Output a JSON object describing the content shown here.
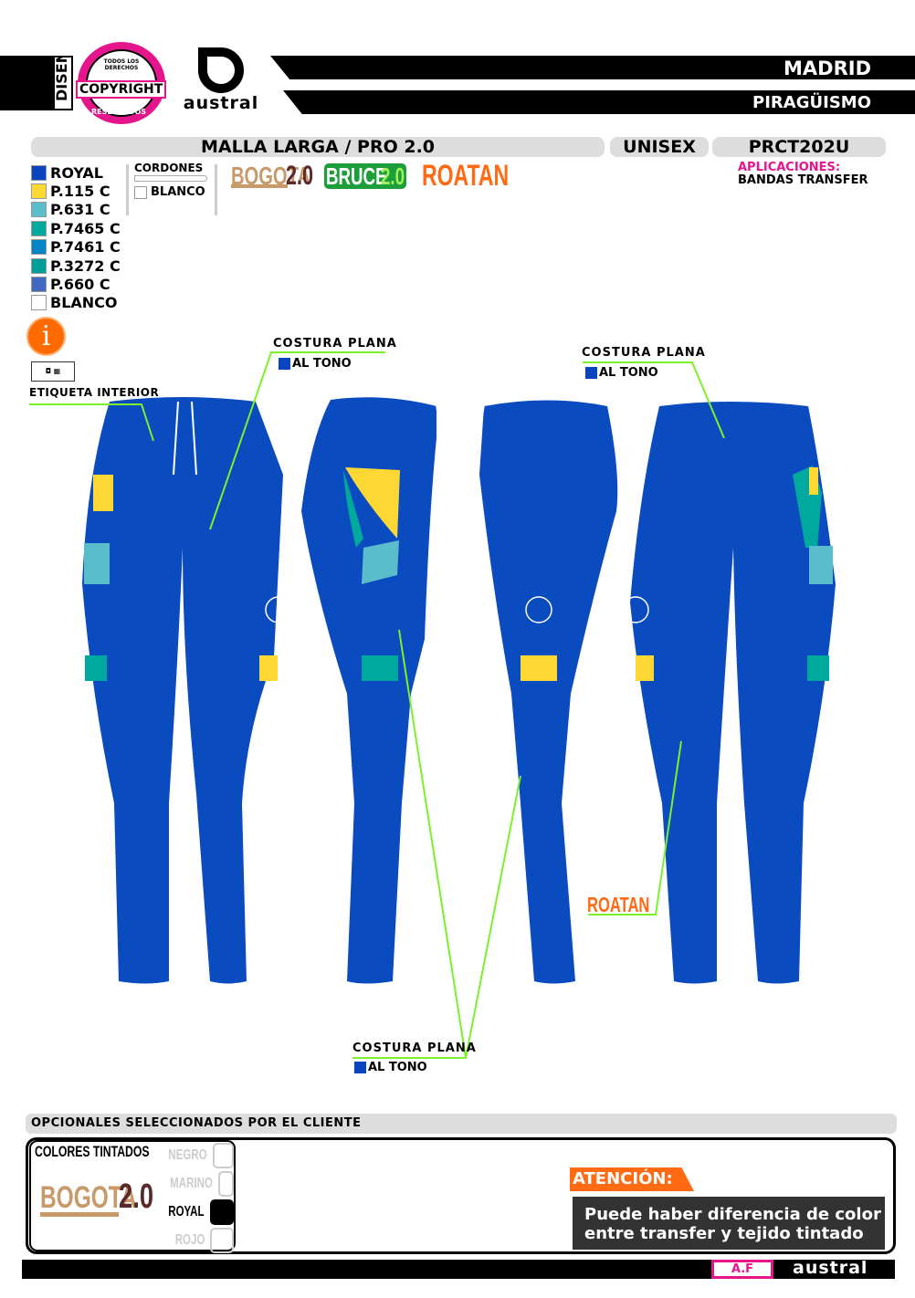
{
  "header": {
    "design_label": "DISEÑO",
    "copyright_top": "TODOS LOS DERECHOS",
    "copyright": "COPYRIGHT",
    "copyright_bottom": "RESERVADOS",
    "brand": "austral",
    "client": "MADRID",
    "sport": "PIRAGÜISMO"
  },
  "product": {
    "title": "MALLA LARGA / PRO 2.0",
    "gender": "UNISEX",
    "code": "PRCT202U",
    "applications_label": "APLICACIONES:",
    "applications_value": "BANDAS TRANSFER"
  },
  "colors": [
    {
      "name": "ROYAL",
      "hex": "#0a44c0"
    },
    {
      "name": "P.115 C",
      "hex": "#fdd835"
    },
    {
      "name": "P.631 C",
      "hex": "#5bbccc"
    },
    {
      "name": "P.7465 C",
      "hex": "#00a99d"
    },
    {
      "name": "P.7461 C",
      "hex": "#0085c7"
    },
    {
      "name": "P.3272 C",
      "hex": "#009e96"
    },
    {
      "name": "P.660 C",
      "hex": "#4169c0"
    },
    {
      "name": "BLANCO",
      "hex": "#ffffff"
    }
  ],
  "cordones": {
    "label": "CORDONES",
    "value": "BLANCO"
  },
  "fonts": {
    "bogota": "BOGOTA",
    "bogota_ver": "2.0",
    "bruce": "BRUCE",
    "bruce_ver": "2.0",
    "roatan": "ROATAN"
  },
  "info": {
    "label": "ETIQUETA INTERIOR"
  },
  "annotations": [
    {
      "title": "COSTURA PLANA",
      "value": "AL TONO"
    },
    {
      "title": "COSTURA PLANA",
      "value": "AL TONO"
    },
    {
      "title": "COSTURA PLANA",
      "value": "AL TONO"
    }
  ],
  "roatan_callout": "ROATAN",
  "optionals": {
    "title": "OPCIONALES SELECCIONADOS POR EL CLIENTE",
    "tinted_label": "COLORES TINTADOS",
    "options": [
      {
        "name": "NEGRO",
        "selected": false
      },
      {
        "name": "MARINO",
        "selected": false
      },
      {
        "name": "ROYAL",
        "selected": true
      },
      {
        "name": "ROJO",
        "selected": false
      }
    ]
  },
  "attention": {
    "title": "ATENCIÓN:",
    "line1": "Puede haber diferencia de color",
    "line2": "entre transfer y tejido tintado"
  },
  "footer": {
    "initials": "A.F",
    "brand": "austral"
  }
}
